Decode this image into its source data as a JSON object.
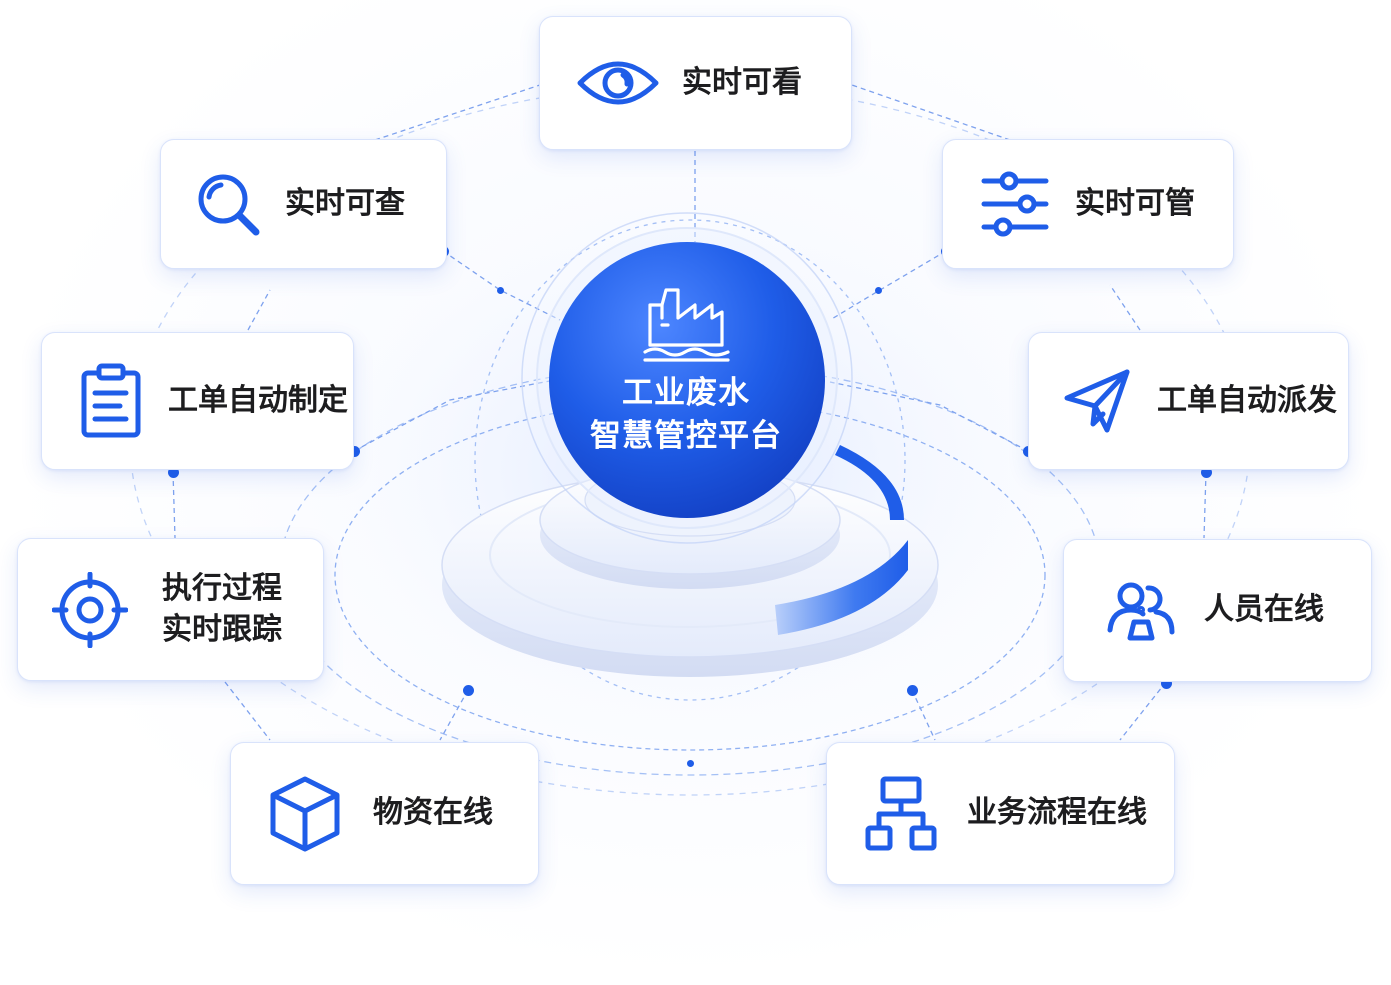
{
  "center": {
    "title_line1": "工业废水",
    "title_line2": "智慧管控平台",
    "icon": "factory-water-icon"
  },
  "nodes": [
    {
      "id": "view",
      "label": "实时可看",
      "icon": "eye-icon"
    },
    {
      "id": "query",
      "label": "实时可查",
      "icon": "search-icon"
    },
    {
      "id": "manage",
      "label": "实时可管",
      "icon": "sliders-icon"
    },
    {
      "id": "auto-create",
      "label": "工单自动制定",
      "icon": "clipboard-icon"
    },
    {
      "id": "auto-dispatch",
      "label": "工单自动派发",
      "icon": "paper-plane-icon"
    },
    {
      "id": "tracking",
      "label_line1": "执行过程",
      "label_line2": "实时跟踪",
      "icon": "target-icon"
    },
    {
      "id": "staff",
      "label": "人员在线",
      "icon": "users-icon"
    },
    {
      "id": "materials",
      "label": "物资在线",
      "icon": "cube-icon"
    },
    {
      "id": "workflow",
      "label": "业务流程在线",
      "icon": "flowchart-icon"
    }
  ],
  "colors": {
    "accent": "#1f5de8",
    "accent_light": "#5b8cf5",
    "card_border": "#d9e3fb",
    "text": "#1d1d1f",
    "line": "#8fb0f2"
  }
}
